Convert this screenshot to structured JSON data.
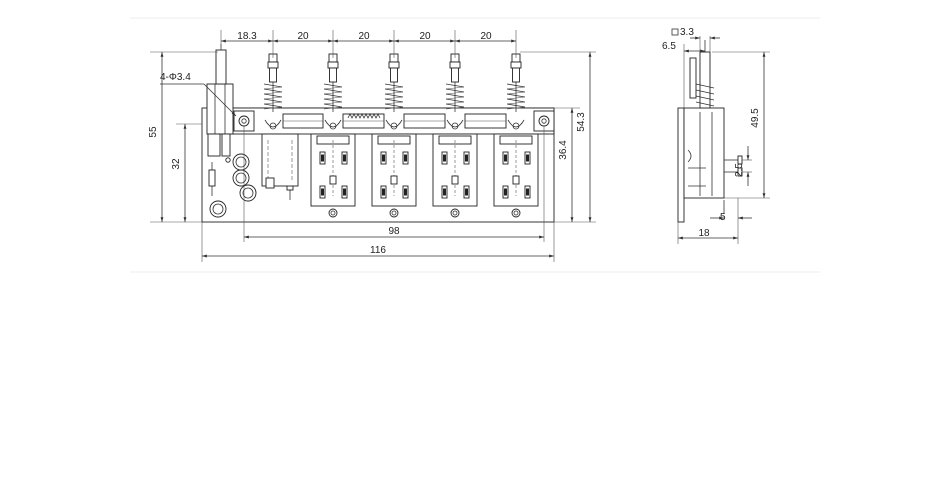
{
  "front_view": {
    "hole_callout": "4-Φ3.4",
    "pitch_first": "18.3",
    "pitch": [
      "20",
      "20",
      "20",
      "20"
    ],
    "height_total": "55",
    "height_mount": "32",
    "height_body": "36.4",
    "height_right": "54.3",
    "width_holes": "98",
    "width_total": "116"
  },
  "side_view": {
    "shaft_square": "3.3",
    "shaft_offset": "6.5",
    "height": "49.5",
    "pin_pitch": "2.5",
    "pin_length": "5",
    "depth": "18"
  }
}
